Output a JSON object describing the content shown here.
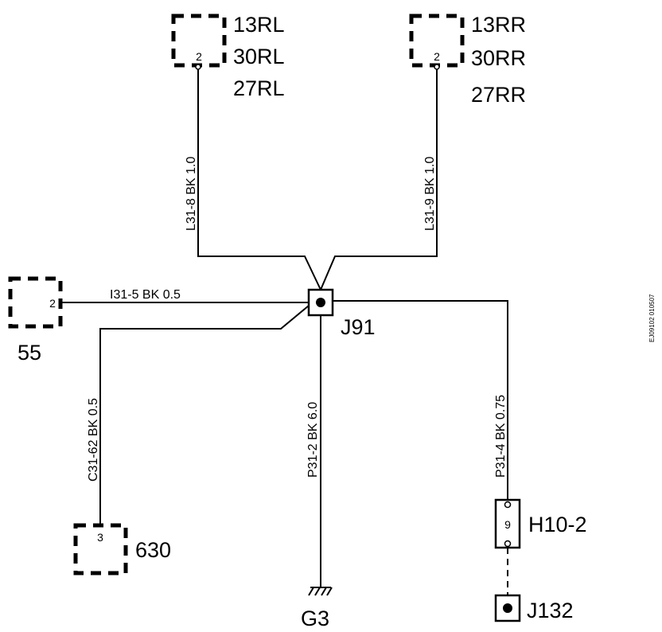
{
  "connectors": {
    "rl": {
      "pin": "2",
      "labels": [
        "13RL",
        "30RL",
        "27RL"
      ]
    },
    "rr": {
      "pin": "2",
      "labels": [
        "13RR",
        "30RR",
        "27RR"
      ]
    },
    "c55": {
      "pin": "2",
      "label": "55"
    },
    "c630": {
      "pin": "3",
      "label": "630"
    },
    "h10": {
      "pin": "9",
      "label": "H10-2"
    }
  },
  "junctions": {
    "j91": "J91",
    "j132": "J132"
  },
  "ground": {
    "label": "G3"
  },
  "wires": {
    "l31_8": "L31-8  BK  1.0",
    "l31_9": "L31-9  BK  1.0",
    "i31_5": "I31-5  BK   0.5",
    "c31_62": "C31-62  BK  0.5",
    "p31_2": "P31-2  BK  6.0",
    "p31_4": "P31-4  BK  0.75"
  },
  "diagram_code": "EJ09102 010507"
}
